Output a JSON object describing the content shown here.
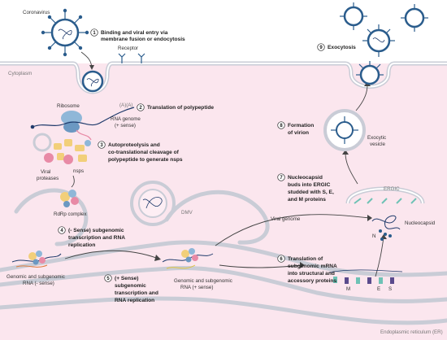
{
  "labels": {
    "coronavirus": "Coronavirus",
    "receptor": "Receptor",
    "cytoplasm": "Cytoplasm",
    "ribosome": "Ribosome",
    "polya": "(A)(A)",
    "rna_genome_1": "RNA genome",
    "rna_genome_2": "(+ sense)",
    "viral_proteases_1": "Viral",
    "viral_proteases_2": "proteases",
    "nsps": "nsps",
    "rdrp": "RdRp complex",
    "dmv": "DMV",
    "genomic_neg_1": "Genomic and subgenomic",
    "genomic_neg_2": "RNA (- sense)",
    "genomic_pos_1": "Genomic and subgenomic",
    "genomic_pos_2": "RNA (+ sense)",
    "viral_genome": "Viral genome",
    "ergic": "ERGIC",
    "nucleocapsid": "Nucleocapsid",
    "n": "N",
    "m": "M",
    "e": "E",
    "s": "S",
    "exocytic_1": "Exocytic",
    "exocytic_2": "vesicle",
    "er": "Endoplasmic reticulum (ER)"
  },
  "steps": [
    {
      "num": "1",
      "lines": [
        "Binding and viral entry via",
        "membrane fusion or endocytosis"
      ]
    },
    {
      "num": "2",
      "lines": [
        "Translation of polypeptide"
      ]
    },
    {
      "num": "3",
      "lines": [
        "Autoproteolysis and",
        "co-translational cleavage of",
        "polypeptide to generate nsps"
      ]
    },
    {
      "num": "4",
      "lines": [
        "(- Sense) subgenomic",
        "transcription and RNA",
        "replication"
      ]
    },
    {
      "num": "5",
      "lines": [
        "(+ Sense)",
        "subgenomic",
        "transcription and",
        "RNA replication"
      ]
    },
    {
      "num": "6",
      "lines": [
        "Translation of",
        "subgenomic mRNA",
        "into structural and",
        "accessory proteins"
      ]
    },
    {
      "num": "7",
      "lines": [
        "Nucleocapsid",
        "buds into ERGIC",
        "studded with S, E,",
        "and M proteins"
      ]
    },
    {
      "num": "8",
      "lines": [
        "Formation",
        "of virion"
      ]
    },
    {
      "num": "9",
      "lines": [
        "Exocytosis"
      ]
    }
  ],
  "colors": {
    "cytoplasm": "#fbe6ee",
    "membrane": "#c9ccd6",
    "virus": "#2a5c8c",
    "rna": "#1f3a6b",
    "protein_yellow": "#f2cf7a",
    "protein_blue": "#8fb7d8",
    "protein_pink": "#e88aa6",
    "er_protein": "#6ec2b5"
  }
}
